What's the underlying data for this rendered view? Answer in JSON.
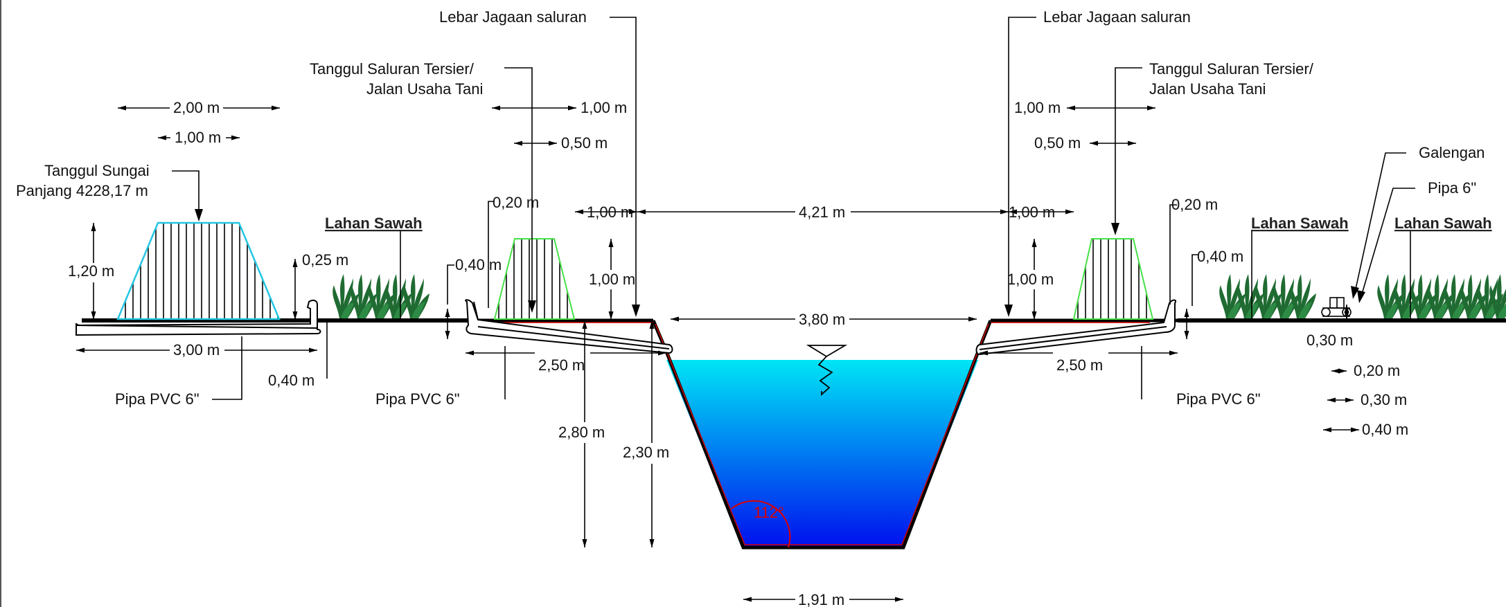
{
  "diagram": {
    "labels": {
      "lebar_jagaan_left": "Lebar Jagaan saluran",
      "lebar_jagaan_right": "Lebar Jagaan saluran",
      "tanggul_tersier_left_1": "Tanggul Saluran Tersier/",
      "tanggul_tersier_left_2": "Jalan Usaha Tani",
      "tanggul_tersier_right_1": "Tanggul Saluran Tersier/",
      "tanggul_tersier_right_2": "Jalan Usaha Tani",
      "tanggul_sungai_1": "Tanggul Sungai",
      "tanggul_sungai_2": "Panjang 4228,17 m",
      "lahan_sawah_left": "Lahan Sawah",
      "lahan_sawah_right_1": "Lahan Sawah",
      "lahan_sawah_right_2": "Lahan Sawah",
      "galengan": "Galengan",
      "pipa_6": "Pipa 6\"",
      "pipa_pvc_1": "Pipa PVC 6\"",
      "pipa_pvc_2": "Pipa PVC 6\"",
      "pipa_pvc_3": "Pipa PVC 6\"",
      "angle": "112°"
    },
    "dimensions": {
      "sungai_top": "2,00 m",
      "sungai_top_inner": "1,00 m",
      "sungai_height": "1,20 m",
      "sungai_base": "3,00 m",
      "pipe_drop_left": "0,25 m",
      "pipe_depth_left": "0,40 m",
      "tanggul_l_top": "1,00 m",
      "tanggul_l_half": "0,50 m",
      "tanggul_l_crest": "0,20 m",
      "tanggul_l_pipe": "0,40 m",
      "tanggul_l_height": "1,00 m",
      "jagaan_l": "1,00 m",
      "channel_top": "4,21 m",
      "jagaan_r": "1,00 m",
      "tanggul_r_top": "1,00 m",
      "tanggul_r_half": "0,50 m",
      "tanggul_r_crest": "0,20 m",
      "tanggul_r_pipe": "0,40 m",
      "tanggul_r_height": "1,00 m",
      "channel_mid": "3,80 m",
      "pipe_l_len": "2,50 m",
      "pipe_r_len": "2,50 m",
      "depth_total": "2,80 m",
      "depth_water": "2,30 m",
      "bottom": "1,91 m",
      "galengan_h": "0,30 m",
      "galengan_a": "0,20 m",
      "galengan_b": "0,30 m",
      "galengan_c": "0,40 m"
    },
    "colors": {
      "water_top": "#00e5f5",
      "water_bottom": "#0010ee",
      "tanggul_sungai_outline": "#23c6e0",
      "tanggul_tersier_outline": "#46e046",
      "channel_lining": "#d40000",
      "grass": "#1f6b32",
      "angle_marker": "#e00000"
    }
  }
}
